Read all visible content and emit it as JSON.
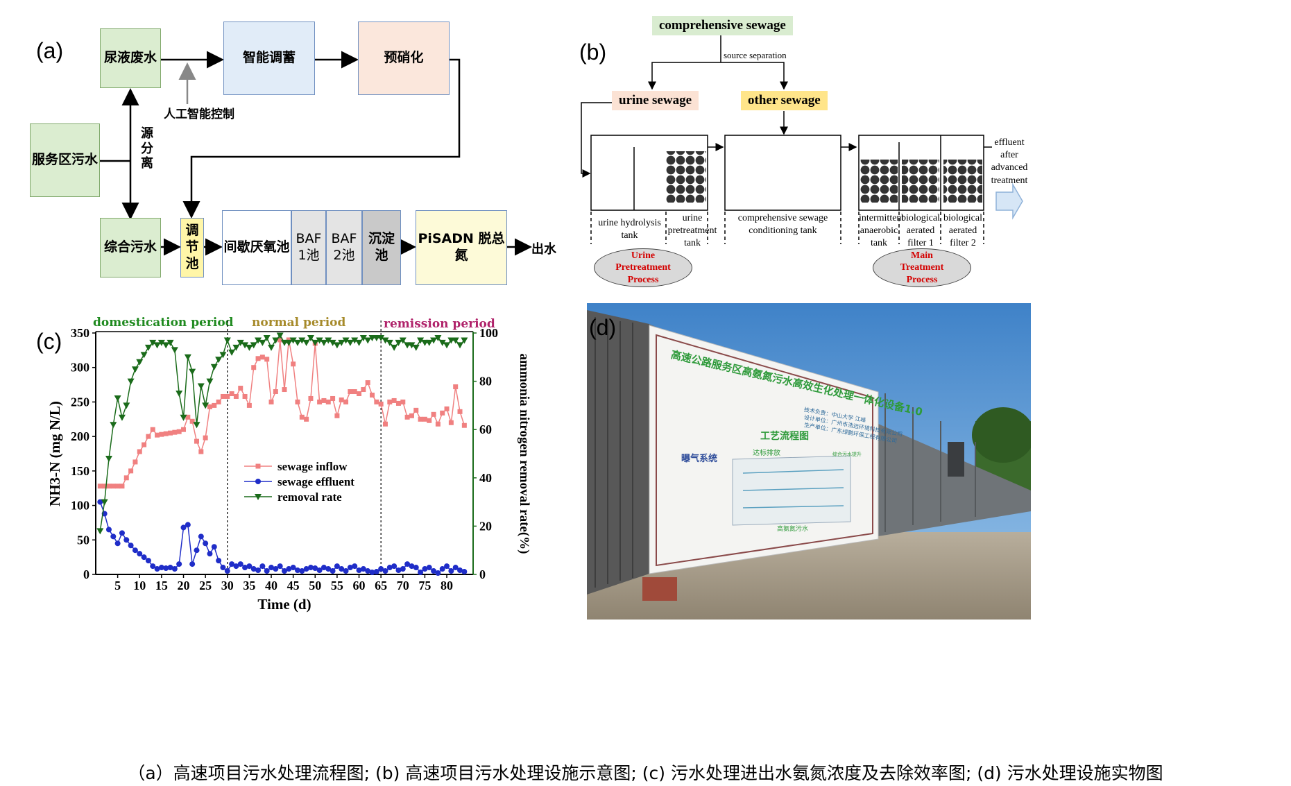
{
  "caption": "（a）高速项目污水处理流程图; (b) 高速项目污水处理设施示意图; (c) 污水处理进出水氨氮浓度及去除效率图; (d) 污水处理设施实物图",
  "panel_a": {
    "letter": "(a)",
    "urine": "尿液废水",
    "smart": "智能调蓄",
    "prenitr": "预硝化",
    "ai": "人工智能控制",
    "service": "服务区污水",
    "source_sep": "源分离",
    "mixed": "综合污水",
    "adjust": "调节池",
    "anaerobic": "间歇厌氧池",
    "baf1": "BAF 1池",
    "baf2": "BAF 2池",
    "settle": "沉淀池",
    "pisadn": "PiSADN 脱总氮",
    "out": "出水"
  },
  "panel_b": {
    "letter": "(b)",
    "comp": "comprehensive sewage",
    "source_sep": "source separation",
    "urine": "urine sewage",
    "other": "other sewage",
    "effluent": "effluent after advanced treatment",
    "t1": "urine hydrolysis tank",
    "t2": "urine pretreatment tank",
    "t3": "comprehensive sewage conditioning tank",
    "t4": "intermittent anaerobic tank",
    "t5": "biological aerated filter 1",
    "t6": "biological aerated filter 2",
    "oval1": "Urine Pretreatment Process",
    "oval2": "Main Treatment Process"
  },
  "panel_c": {
    "letter": "(c)",
    "period1": "domestication period",
    "period2": "normal period",
    "period3": "remission period"
  },
  "panel_d": {
    "letter": "(d)",
    "sign_title": "高速公路服务区高氨氮污水高效生化处理一体化设备1.0",
    "sign_sub1": "技术负责：中山大学 江峰",
    "sign_sub2": "设计单位：广州市浩远环境科技有限公司",
    "sign_sub3": "生产单位：广东绿鹏环保工程有限公司",
    "flow_title": "工艺流程图",
    "aeration": "曝气系统",
    "discharge": "达标排放",
    "lift": "综合污水提升",
    "high_n": "高氨氮污水"
  },
  "chart_data": {
    "type": "line",
    "xlabel": "Time (d)",
    "ylabel": "NH3-N (mg N/L)",
    "y2label": "ammonia nitrogen removal rate(%)",
    "xlim": [
      0,
      86
    ],
    "ylim": [
      0,
      350
    ],
    "y2lim": [
      0,
      100
    ],
    "xticks": [
      5,
      10,
      15,
      20,
      25,
      30,
      35,
      40,
      45,
      50,
      55,
      60,
      65,
      70,
      75,
      80
    ],
    "yticks": [
      0,
      50,
      100,
      150,
      200,
      250,
      300,
      350
    ],
    "y2ticks": [
      0,
      20,
      40,
      60,
      80,
      100
    ],
    "period_dividers": [
      30,
      65
    ],
    "legend_position": "center-right",
    "series": [
      {
        "name": "sewage inflow",
        "axis": "left",
        "color": "#f08080",
        "marker": "square",
        "x": [
          1,
          2,
          3,
          4,
          5,
          6,
          7,
          8,
          9,
          10,
          11,
          12,
          13,
          14,
          15,
          16,
          17,
          18,
          19,
          20,
          21,
          22,
          23,
          24,
          25,
          26,
          27,
          28,
          29,
          30,
          31,
          32,
          33,
          34,
          35,
          36,
          37,
          38,
          39,
          40,
          41,
          42,
          43,
          44,
          45,
          46,
          47,
          48,
          49,
          50,
          51,
          52,
          53,
          54,
          55,
          56,
          57,
          58,
          59,
          60,
          61,
          62,
          63,
          64,
          65,
          66,
          67,
          68,
          69,
          70,
          71,
          72,
          73,
          74,
          75,
          76,
          77,
          78,
          79,
          80,
          81,
          82,
          83,
          84
        ],
        "values": [
          128,
          128,
          128,
          128,
          128,
          128,
          140,
          150,
          163,
          178,
          188,
          200,
          210,
          202,
          203,
          204,
          205,
          206,
          207,
          210,
          228,
          222,
          193,
          178,
          198,
          243,
          245,
          250,
          258,
          258,
          262,
          258,
          270,
          258,
          245,
          300,
          313,
          315,
          312,
          250,
          265,
          340,
          268,
          340,
          305,
          250,
          228,
          225,
          255,
          335,
          250,
          252,
          250,
          255,
          230,
          253,
          250,
          265,
          265,
          262,
          268,
          278,
          260,
          250,
          247,
          218,
          250,
          252,
          248,
          250,
          228,
          230,
          238,
          225,
          225,
          223,
          232,
          218,
          234,
          240,
          220,
          272,
          236,
          216
        ]
      },
      {
        "name": "sewage effluent",
        "axis": "left",
        "color": "#1f2dc8",
        "marker": "circle",
        "x": [
          1,
          2,
          3,
          4,
          5,
          6,
          7,
          8,
          9,
          10,
          11,
          12,
          13,
          14,
          15,
          16,
          17,
          18,
          19,
          20,
          21,
          22,
          23,
          24,
          25,
          26,
          27,
          28,
          29,
          30,
          31,
          32,
          33,
          34,
          35,
          36,
          37,
          38,
          39,
          40,
          41,
          42,
          43,
          44,
          45,
          46,
          47,
          48,
          49,
          50,
          51,
          52,
          53,
          54,
          55,
          56,
          57,
          58,
          59,
          60,
          61,
          62,
          63,
          64,
          65,
          66,
          67,
          68,
          69,
          70,
          71,
          72,
          73,
          74,
          75,
          76,
          77,
          78,
          79,
          80,
          81,
          82,
          83,
          84
        ],
        "values": [
          105,
          88,
          65,
          55,
          45,
          60,
          50,
          42,
          35,
          30,
          25,
          20,
          12,
          8,
          10,
          9,
          10,
          8,
          15,
          68,
          72,
          15,
          35,
          55,
          45,
          30,
          40,
          20,
          10,
          5,
          15,
          12,
          15,
          10,
          12,
          8,
          6,
          12,
          5,
          10,
          8,
          12,
          5,
          8,
          10,
          6,
          5,
          8,
          10,
          9,
          6,
          10,
          8,
          5,
          12,
          8,
          5,
          10,
          12,
          6,
          8,
          5,
          3,
          4,
          8,
          5,
          10,
          12,
          6,
          8,
          15,
          12,
          10,
          3,
          8,
          10,
          5,
          2,
          8,
          12,
          5,
          10,
          6,
          4
        ]
      },
      {
        "name": "removal rate",
        "axis": "right",
        "color": "#1a6b1a",
        "marker": "triangle-down",
        "x": [
          1,
          2,
          3,
          4,
          5,
          6,
          7,
          8,
          9,
          10,
          11,
          12,
          13,
          14,
          15,
          16,
          17,
          18,
          19,
          20,
          21,
          22,
          23,
          24,
          25,
          26,
          27,
          28,
          29,
          30,
          31,
          32,
          33,
          34,
          35,
          36,
          37,
          38,
          39,
          40,
          41,
          42,
          43,
          44,
          45,
          46,
          47,
          48,
          49,
          50,
          51,
          52,
          53,
          54,
          55,
          56,
          57,
          58,
          59,
          60,
          61,
          62,
          63,
          64,
          65,
          66,
          67,
          68,
          69,
          70,
          71,
          72,
          73,
          74,
          75,
          76,
          77,
          78,
          79,
          80,
          81,
          82,
          83,
          84
        ],
        "values": [
          18,
          30,
          48,
          62,
          73,
          65,
          70,
          80,
          85,
          88,
          91,
          94,
          96,
          95,
          96,
          95,
          96,
          93,
          75,
          65,
          90,
          84,
          62,
          78,
          70,
          80,
          86,
          89,
          91,
          97,
          92,
          94,
          96,
          95,
          94,
          95,
          97,
          96,
          98,
          94,
          97,
          99,
          96,
          96,
          97,
          96,
          97,
          96,
          98,
          96,
          97,
          96,
          97,
          96,
          95,
          96,
          97,
          96,
          97,
          96,
          98,
          97,
          98,
          98,
          98,
          97,
          96,
          94,
          96,
          97,
          95,
          95,
          94,
          97,
          96,
          96,
          97,
          98,
          96,
          95,
          97,
          97,
          95,
          97
        ]
      }
    ]
  }
}
